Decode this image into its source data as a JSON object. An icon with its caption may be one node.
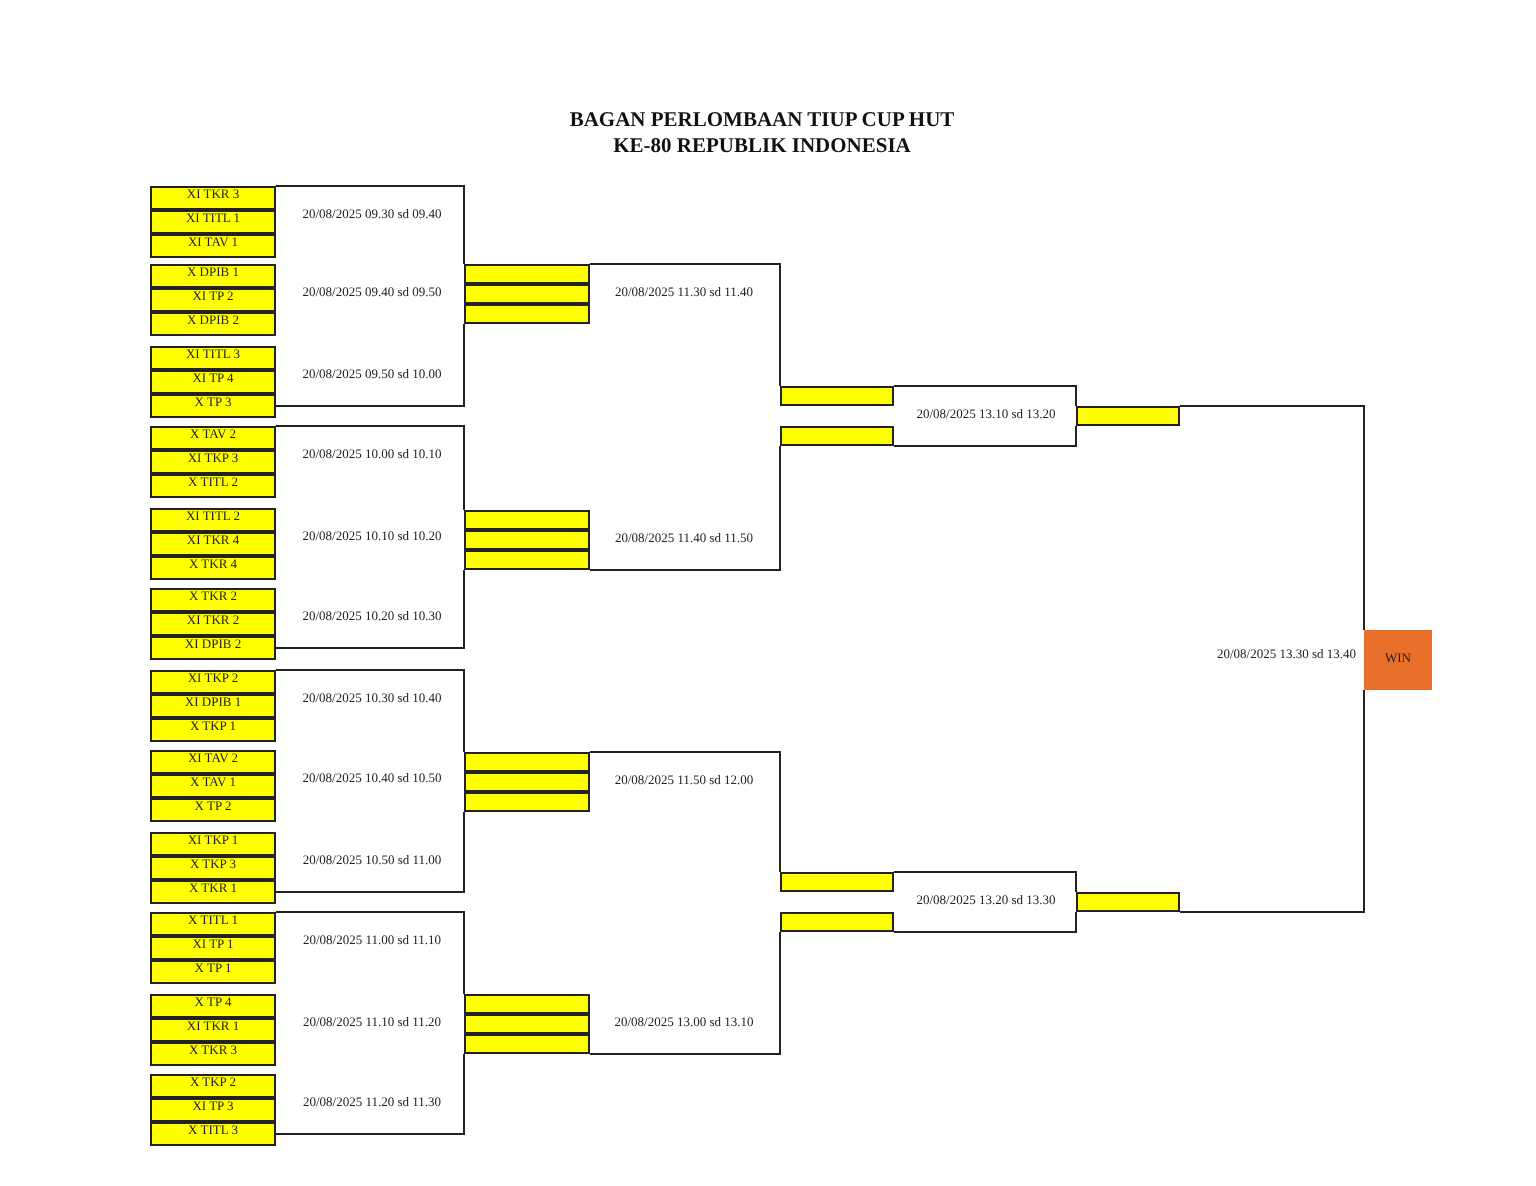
{
  "diagram": {
    "title": "BAGAN PERLOMBAAN TIUP CUP HUT KE-80 REPUBLIK INDONESIA",
    "nodes": [
      {
        "text": [
          "XI TKR 3",
          "XI TITL 1",
          "XI TAV 1"
        ]
      },
      {
        "text": [
          "X DPIB 1",
          "XI TP 2",
          "X DPIB 2"
        ]
      },
      {
        "text": [
          "XI TITL 3",
          "XI TP 4",
          "X TP 3"
        ]
      },
      {
        "text": [
          "X TAV 2",
          "XI TKP 3",
          "X TITL 2"
        ]
      },
      {
        "text": [
          "XI TITL 2",
          "XI TKR 4",
          "X TKR 4"
        ]
      },
      {
        "text": [
          "X TKR 2",
          "XI TKR 2",
          "XI DPIB 2"
        ]
      },
      {
        "text": [
          "XI TKP  2",
          "XI DPIB 1",
          "X TKP 1"
        ]
      },
      {
        "text": [
          "XI TAV 2",
          "X TAV 1",
          "X TP 2"
        ]
      },
      {
        "text": [
          "XI TKP 1",
          "X TKP 3",
          "X TKR 1"
        ]
      },
      {
        "text": [
          "X TITL 1",
          "XI TP 1",
          "X TP 1"
        ]
      },
      {
        "text": [
          "X TP 4",
          "XI TKR 1",
          "X TKR 3"
        ]
      },
      {
        "text": [
          "X TKP 2",
          "XI TP 3",
          "X TITL 3"
        ]
      },
      {
        "text": [],
        "shape": "bar"
      },
      {
        "text": [],
        "shape": "bar"
      },
      {
        "text": [],
        "shape": "bar"
      },
      {
        "text": [],
        "shape": "bar"
      },
      {
        "text": [],
        "shape": "bar"
      },
      {
        "text": [],
        "shape": "bar"
      },
      {
        "text": [],
        "shape": "bar"
      },
      {
        "text": [],
        "shape": "bar"
      },
      {
        "text": [],
        "shape": "bar"
      },
      {
        "text": [],
        "shape": "bar"
      },
      {
        "text": [],
        "shape": "bar"
      },
      {
        "text": [],
        "shape": "bar"
      },
      {
        "text": [],
        "shape": "bar"
      },
      {
        "text": [],
        "shape": "bar"
      },
      {
        "text": [],
        "shape": "bar"
      },
      {
        "text": [],
        "shape": "bar"
      },
      {
        "text": [],
        "shape": "bar"
      },
      {
        "text": [],
        "shape": "bar"
      },
      {
        "text": [
          "WIN"
        ]
      }
    ],
    "edges": [
      {
        "from": 0,
        "to": 12,
        "arrow": "none"
      },
      {
        "from": 2,
        "to": 14,
        "arrow": "none"
      },
      {
        "from": 3,
        "to": 15,
        "arrow": "none"
      },
      {
        "from": 5,
        "to": 17,
        "arrow": "none"
      },
      {
        "from": 6,
        "to": 18,
        "arrow": "none"
      },
      {
        "from": 8,
        "to": 20,
        "arrow": "none"
      },
      {
        "from": 9,
        "to": 21,
        "arrow": "none"
      },
      {
        "from": 11,
        "to": 23,
        "arrow": "none"
      },
      {
        "from": 12,
        "to": 24,
        "arrow": "none"
      },
      {
        "from": 17,
        "to": 25,
        "arrow": "none"
      },
      {
        "from": 18,
        "to": 26,
        "arrow": "none"
      },
      {
        "from": 23,
        "to": 27,
        "arrow": "none"
      },
      {
        "from": 24,
        "to": 28,
        "arrow": "none"
      },
      {
        "from": 25,
        "to": 28,
        "arrow": "none"
      },
      {
        "from": 26,
        "to": 29,
        "arrow": "none"
      },
      {
        "from": 27,
        "to": 29,
        "arrow": "none"
      },
      {
        "from": 28,
        "to": 30,
        "arrow": "none"
      },
      {
        "from": 29,
        "to": 30,
        "arrow": "none"
      }
    ],
    "labels": [
      "20/08/2025 09.30 sd 09.40",
      "20/08/2025 09.40 sd 09.50",
      "20/08/2025 09.50 sd 10.00",
      "20/08/2025 10.00 sd 10.10",
      "20/08/2025 10.10 sd 10.20",
      "20/08/2025 10.20 sd 10.30",
      "20/08/2025 10.30 sd 10.40",
      "20/08/2025 10.40 sd 10.50",
      "20/08/2025 10.50 sd 11.00",
      "20/08/2025 11.00 sd 11.10",
      "20/08/2025 11.10 sd 11.20",
      "20/08/2025 11.20 sd 11.30",
      "20/08/2025 11.30 sd 11.40",
      "20/08/2025 11.40 sd 11.50",
      "20/08/2025 11.50 sd 12.00",
      "20/08/2025 13.00 sd 13.10",
      "20/08/2025 13.10 sd 13.20",
      "20/08/2025 13.20 sd 13.30",
      "20/08/2025 13.30 sd 13.40"
    ]
  }
}
